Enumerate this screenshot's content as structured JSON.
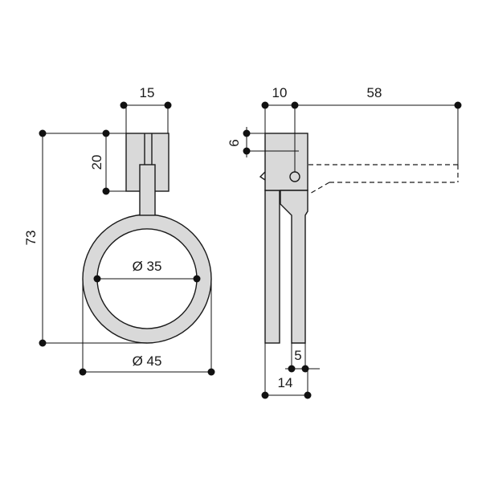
{
  "front_view": {
    "dim_width_top": "15",
    "dim_block_height": "20",
    "dim_overall_height": "73",
    "dim_inner_diameter": "Ø 35",
    "dim_outer_diameter": "Ø 45"
  },
  "side_view": {
    "dim_hole_offset": "10",
    "dim_projection": "58",
    "dim_hole_height": "6",
    "dim_ring_thickness": "5",
    "dim_depth": "14"
  },
  "colors": {
    "part_fill": "#d9d9d9",
    "line": "#1a1a1a"
  }
}
